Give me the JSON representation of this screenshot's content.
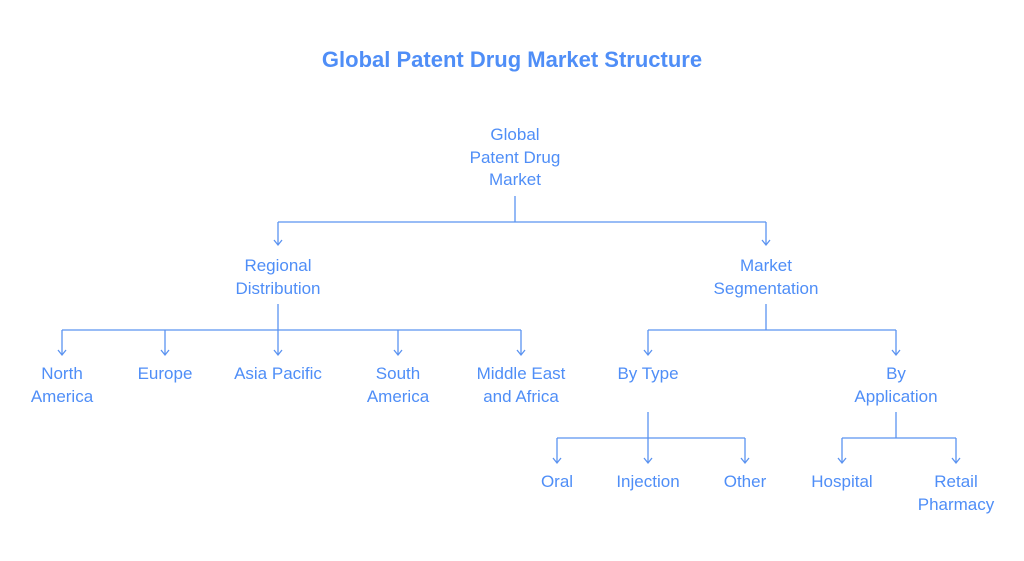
{
  "title": "Global Patent Drug Market Structure",
  "colors": {
    "text": "#4f8ef7",
    "line": "#5b93f0"
  },
  "tree": {
    "root": [
      "Global",
      "Patent Drug",
      "Market"
    ],
    "regional": {
      "label": [
        "Regional",
        "Distribution"
      ],
      "children": [
        [
          "North",
          "America"
        ],
        [
          "Europe"
        ],
        [
          "Asia Pacific"
        ],
        [
          "South",
          "America"
        ],
        [
          "Middle East",
          "and Africa"
        ]
      ]
    },
    "segmentation": {
      "label": [
        "Market",
        "Segmentation"
      ],
      "by_type": {
        "label": [
          "By Type"
        ],
        "children": [
          [
            "Oral"
          ],
          [
            "Injection"
          ],
          [
            "Other"
          ]
        ]
      },
      "by_application": {
        "label": [
          "By",
          "Application"
        ],
        "children": [
          [
            "Hospital"
          ],
          [
            "Retail",
            "Pharmacy"
          ]
        ]
      }
    }
  }
}
